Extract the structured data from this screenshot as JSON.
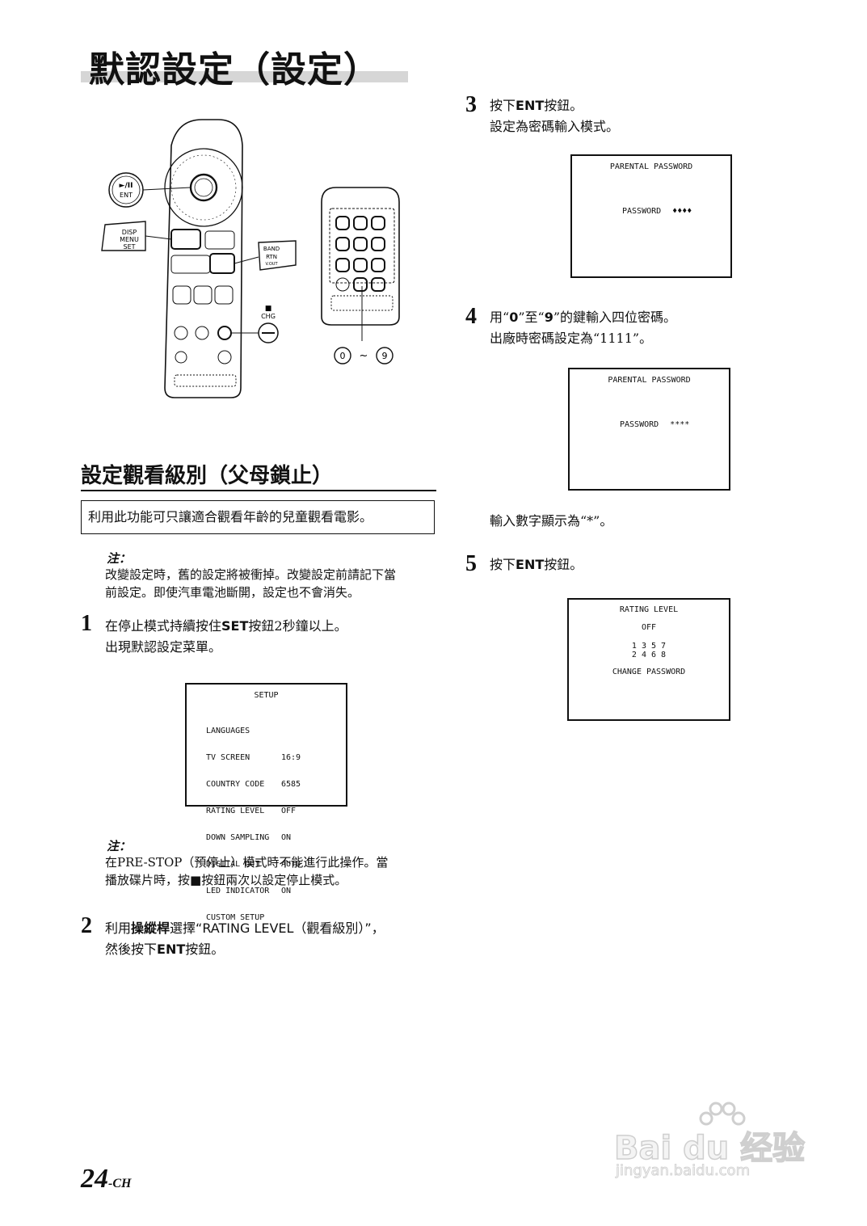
{
  "page_title": "默認設定（設定）",
  "figure": {
    "callouts": {
      "play_ent": "►/II",
      "ent": "ENT",
      "disp": "DISP",
      "menu": "MENU",
      "set": "SET",
      "band": "BAND",
      "rtn": "RTN",
      "vout": "V.OUT",
      "chg": "CHG",
      "stop_symbol": "■",
      "range_from": "0",
      "range_sep": "~",
      "range_to": "9"
    }
  },
  "section": {
    "title": "設定觀看級別（父母鎖止）",
    "intro": "利用此功能可只讓適合觀看年齡的兒童觀看電影。"
  },
  "note1": {
    "label": "注：",
    "line1": "改變設定時，舊的設定將被衝掉。改變設定前請記下當",
    "line2": "前設定。即使汽車電池斷開，設定也不會消失。"
  },
  "step1": {
    "num": "1",
    "line1_a": "在停止模式持續按住",
    "line1_b": "SET",
    "line1_c": "按鈕2秒鐘以上。",
    "line2": "出現默認設定菜單。"
  },
  "setup_screen": {
    "title": "SETUP",
    "rows": [
      {
        "label": "LANGUAGES",
        "value": ""
      },
      {
        "label": "TV SCREEN",
        "value": "16:9"
      },
      {
        "label": "COUNTRY CODE",
        "value": "6585"
      },
      {
        "label": "RATING LEVEL",
        "value": "OFF"
      },
      {
        "label": "DOWN SAMPLING",
        "value": "ON"
      },
      {
        "label": "DIGITAL OUT",
        "value": "AUTO"
      },
      {
        "label": "LED INDICATOR",
        "value": "ON"
      },
      {
        "label": "CUSTOM SETUP",
        "value": ""
      }
    ]
  },
  "note2": {
    "label": "注：",
    "line1": "在PRE-STOP（預停止）模式時不能進行此操作。當",
    "line2_a": "播放碟片時，按",
    "line2_b": "■",
    "line2_c": "按鈕兩次以設定停止模式。"
  },
  "step2": {
    "num": "2",
    "line1_a": "利用",
    "line1_b": "操縱桿",
    "line1_c": "選擇“RATING LEVEL（觀看級別）”，",
    "line2_a": "然後按下",
    "line2_b": "ENT",
    "line2_c": "按鈕。"
  },
  "step3": {
    "num": "3",
    "line1_a": "按下",
    "line1_b": "ENT",
    "line1_c": "按鈕。",
    "line2": "設定為密碼輸入模式。"
  },
  "screen_pw1": {
    "title": "PARENTAL PASSWORD",
    "label": "PASSWORD",
    "value": "♦♦♦♦"
  },
  "step4": {
    "num": "4",
    "line1_a": "用“",
    "line1_b": "0",
    "line1_c": "”至“",
    "line1_d": "9",
    "line1_e": "”的鍵輸入四位密碼。",
    "line2": "出廠時密碼設定為“1111”。"
  },
  "screen_pw2": {
    "title": "PARENTAL PASSWORD",
    "label": "PASSWORD",
    "value": "****"
  },
  "after_step4": "輸入數字顯示為“*”。",
  "step5": {
    "num": "5",
    "line1_a": "按下",
    "line1_b": "ENT",
    "line1_c": "按鈕。"
  },
  "screen_rating": {
    "title": "RATING LEVEL",
    "off": "OFF",
    "row1": "1 3 5 7",
    "row2": "2 4 6 8",
    "change": "CHANGE PASSWORD"
  },
  "page_number": {
    "num": "24",
    "suffix": "-CH"
  },
  "watermark": {
    "logo": "Bai du 经验",
    "url": "jingyan.baidu.com"
  }
}
